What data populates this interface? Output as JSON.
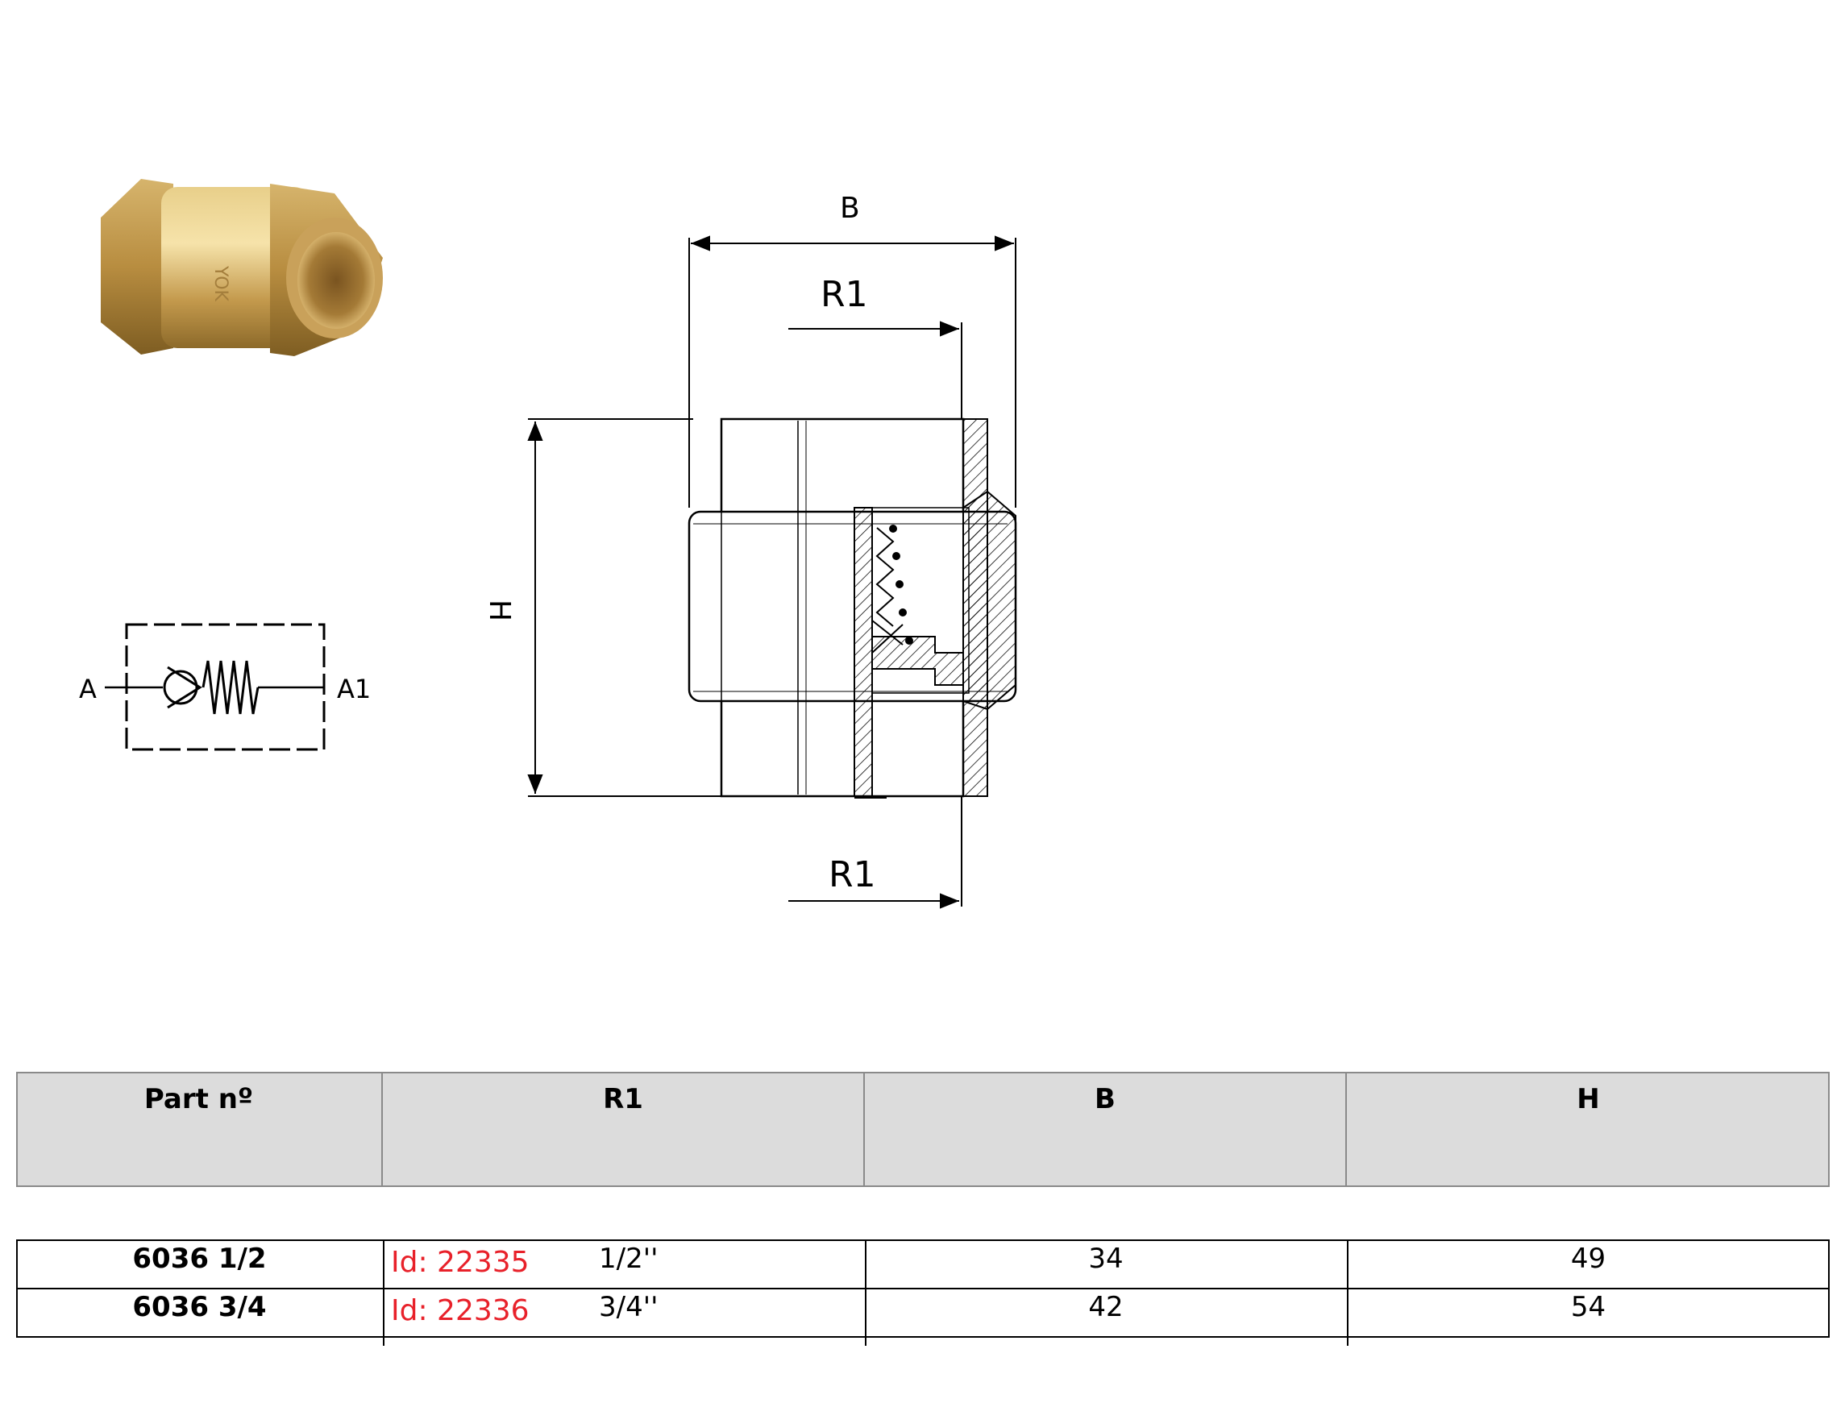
{
  "photo": {
    "marking": "YOK"
  },
  "symbol": {
    "port_in": "A",
    "port_out": "A1"
  },
  "drawing": {
    "label_b": "B",
    "label_r1_top": "R1",
    "label_h": "H",
    "label_r1_bottom": "R1"
  },
  "table": {
    "headers": [
      "Part nº",
      "R1",
      "B",
      "H"
    ],
    "rows": [
      {
        "part": "6036 1/2",
        "id": "Id: 22335",
        "r1": "1/2''",
        "b": "34",
        "h": "49"
      },
      {
        "part": "6036 3/4",
        "id": "Id: 22336",
        "r1": "3/4''",
        "b": "42",
        "h": "54"
      }
    ]
  },
  "colors": {
    "header_bg": "#dcdcdc",
    "id_text": "#e8212a",
    "brass": "#c9a15a"
  }
}
